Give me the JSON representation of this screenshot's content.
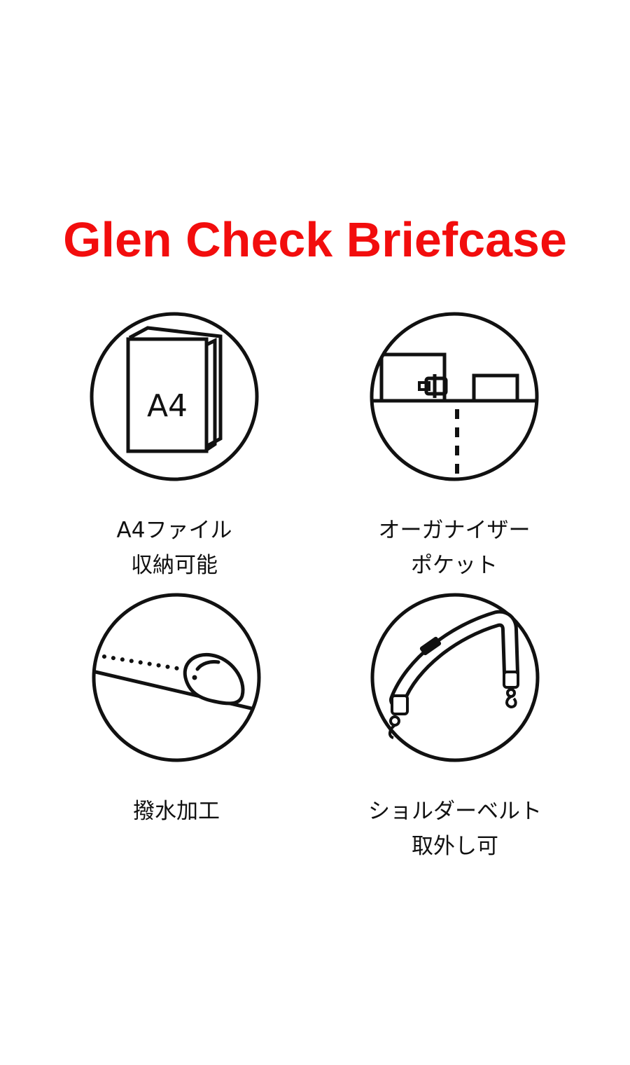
{
  "title": "Glen Check Briefcase",
  "colors": {
    "title": "#f20d0d",
    "line": "#111111",
    "background": "#ffffff"
  },
  "features": [
    {
      "icon": "a4-file-icon",
      "art_text": "A4",
      "line1": "A4ファイル",
      "line2": "収納可能"
    },
    {
      "icon": "organizer-pocket-icon",
      "line1": "オーガナイザー",
      "line2": "ポケット"
    },
    {
      "icon": "water-repellent-icon",
      "line1": "撥水加工",
      "line2": ""
    },
    {
      "icon": "shoulder-belt-icon",
      "line1": "ショルダーベルト",
      "line2": "取外し可"
    }
  ]
}
